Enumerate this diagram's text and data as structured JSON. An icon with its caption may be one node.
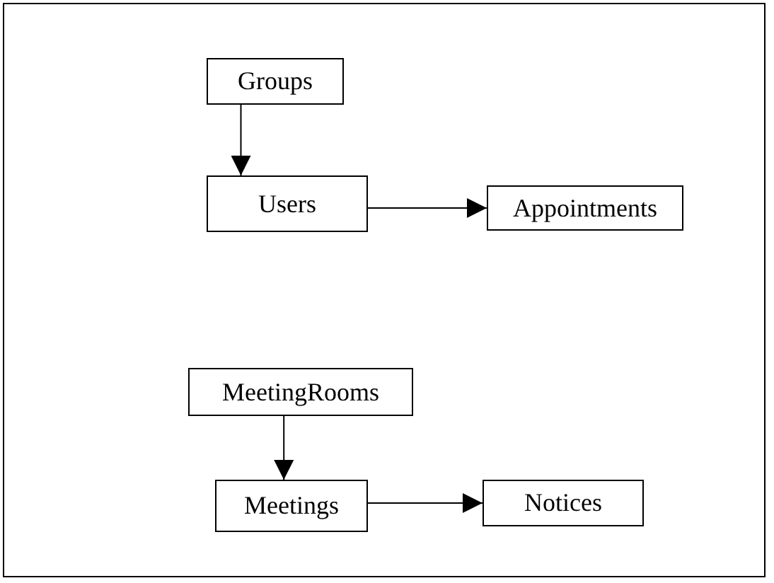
{
  "diagram": {
    "nodes": [
      {
        "text": [
          "Groups"
        ]
      },
      {
        "text": [
          "Users"
        ]
      },
      {
        "text": [
          "Appointments"
        ]
      },
      {
        "text": [
          "MeetingRooms"
        ]
      },
      {
        "text": [
          "Meetings"
        ]
      },
      {
        "text": [
          "Notices"
        ]
      }
    ],
    "edges": [
      {
        "from": 0,
        "to": 1,
        "arrow": "to"
      },
      {
        "from": 1,
        "to": 2,
        "arrow": "to"
      },
      {
        "from": 3,
        "to": 4,
        "arrow": "to"
      },
      {
        "from": 4,
        "to": 5,
        "arrow": "to"
      }
    ]
  }
}
